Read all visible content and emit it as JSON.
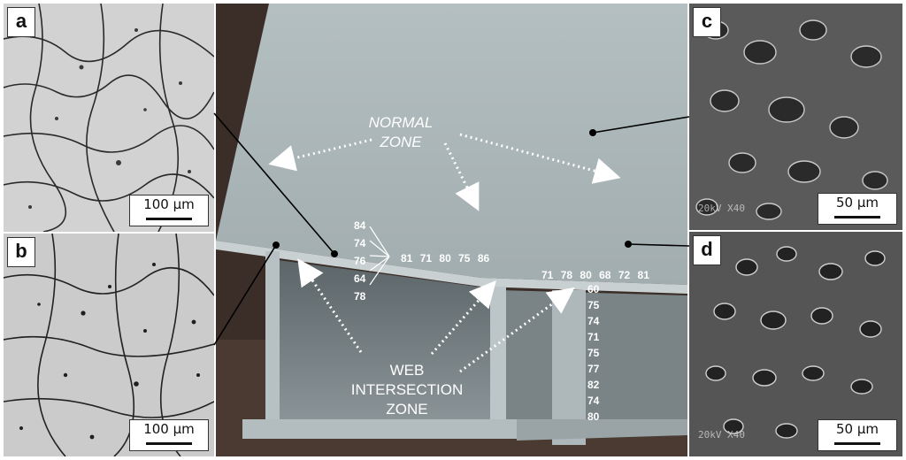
{
  "panels": {
    "a": {
      "letter": "a",
      "scale": "100 μm"
    },
    "b": {
      "letter": "b",
      "scale": "100 μm"
    },
    "c": {
      "letter": "c",
      "scale": "50 μm",
      "sem": "20kV      X40"
    },
    "d": {
      "letter": "d",
      "scale": "50 μm",
      "sem": "20kV      X40"
    }
  },
  "zones": {
    "normal": [
      "NORMAL",
      "ZONE"
    ],
    "web": [
      "WEB",
      "INTERSECTION",
      "ZONE"
    ]
  },
  "hardness": {
    "left_stack": [
      "84",
      "74",
      "76",
      "64",
      "78"
    ],
    "top_row_1": [
      "81",
      "71",
      "80",
      "75",
      "86"
    ],
    "top_row_2": [
      "71",
      "78",
      "80",
      "68",
      "72",
      "81"
    ],
    "web_column": [
      "60",
      "75",
      "74",
      "71",
      "75",
      "77",
      "82",
      "74",
      "80"
    ]
  },
  "colors": {
    "profile": "#a9b4b6",
    "profile_top": "#c3cccd",
    "background_brown": "#3b2e28"
  }
}
